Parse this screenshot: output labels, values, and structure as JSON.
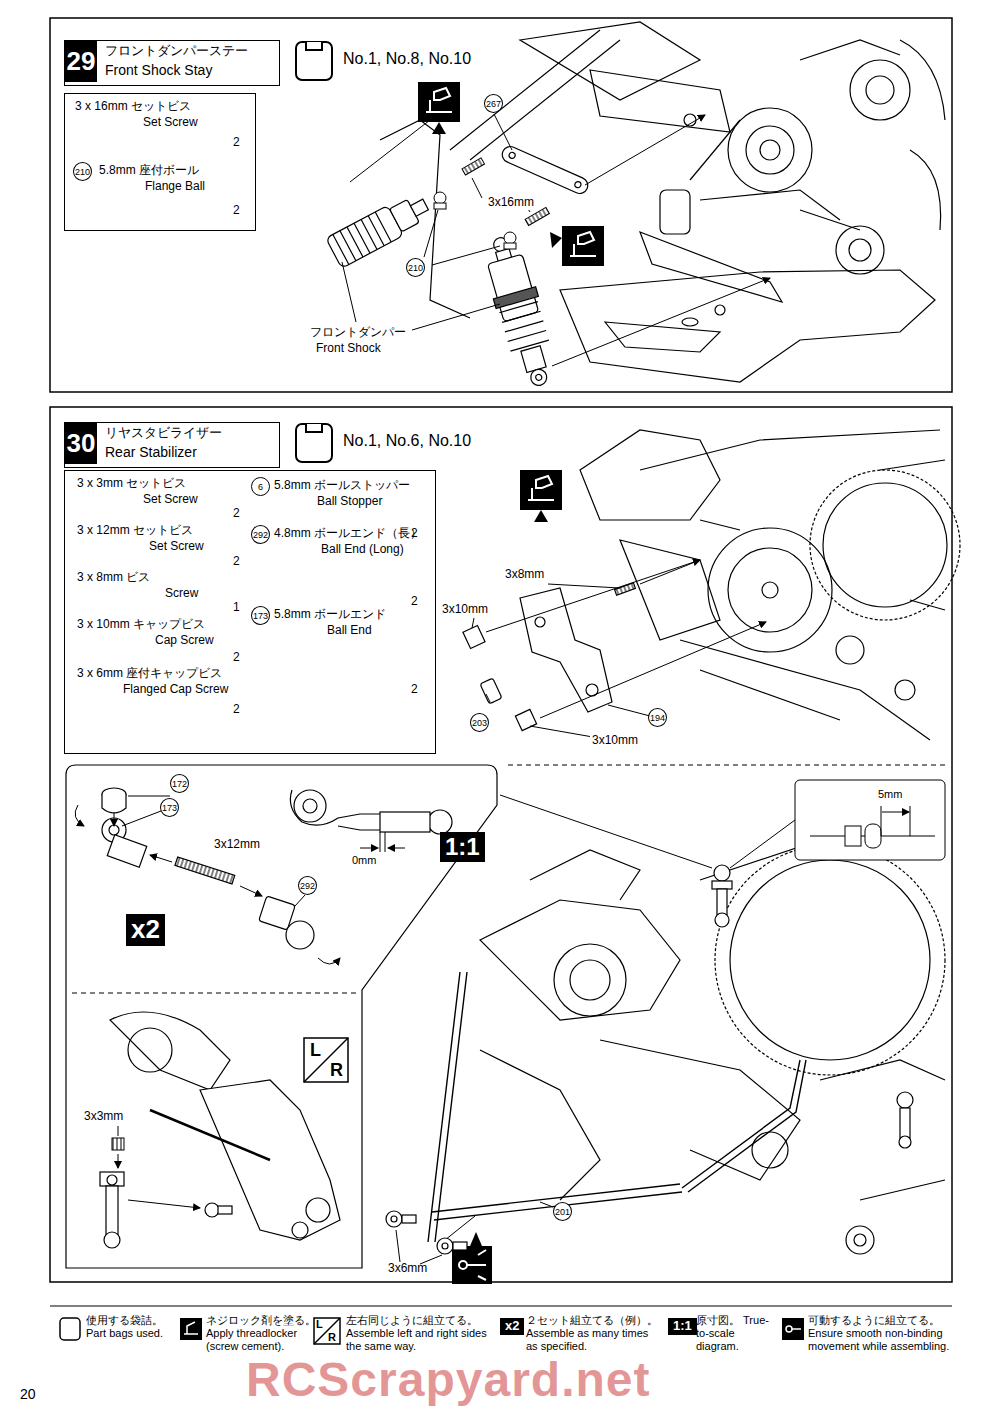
{
  "diagram": {
    "nodes": [
      {
        "text": [
          "29",
          "フロントダンパーステー",
          "Front Shock Stay"
        ]
      },
      {
        "text": [
          "3 x 16mm セットビス",
          "Set Screw",
          "2",
          "210",
          "5.8mm 座付ボール",
          "Flange Ball",
          "2"
        ]
      },
      {
        "text": [
          "30",
          "リヤスタビライザー",
          "Rear Stabilizer"
        ]
      },
      {
        "text": [
          "3 x 3mm セットビス",
          "Set Screw",
          "2",
          "3 x 12mm セットビス",
          "Set Screw",
          "2",
          "3 x 8mm ビス",
          "Screw",
          "1",
          "3 x 10mm キャップビス",
          "Cap Screw",
          "2",
          "3 x 6mm 座付キャップビス",
          "Flanged Cap Screw",
          "2",
          "6",
          "5.8mm ボールストッパー",
          "Ball Stopper",
          "2",
          "292",
          "4.8mm ボールエンド（長）",
          "Ball End (Long)",
          "2",
          "173",
          "5.8mm ボールエンド",
          "Ball End",
          "2"
        ]
      }
    ],
    "labels": [
      "No.1, No.8, No.10",
      "267",
      "3x16mm",
      "210",
      "フロントダンパー",
      "Front Shock",
      "No.1, No.6, No.10",
      "3x8mm",
      "3x10mm",
      "203",
      "194",
      "3x10mm",
      "172",
      "173",
      "3x12mm",
      "292",
      "0mm",
      "1:1",
      "x2",
      "5mm",
      "L",
      "R",
      "3x3mm",
      "201",
      "3x6mm",
      "L",
      "R",
      "x2",
      "1:1",
      "20",
      "RCScrapyard.net"
    ],
    "legend": [
      {
        "text": "使用する袋詰。 Part bags used."
      },
      {
        "text": "ネジロック剤を塗る。 Apply threadlocker (screw cement)."
      },
      {
        "text": "左右同じように組立てる。 Assemble left and right sides the same way."
      },
      {
        "text": "２セット組立てる（例）。 Assemble as many times as specified."
      },
      {
        "text": "原寸図。 True-to-scale diagram."
      },
      {
        "text": "可動するように組立てる。 Ensure smooth non-binding movement while assembling."
      }
    ]
  }
}
